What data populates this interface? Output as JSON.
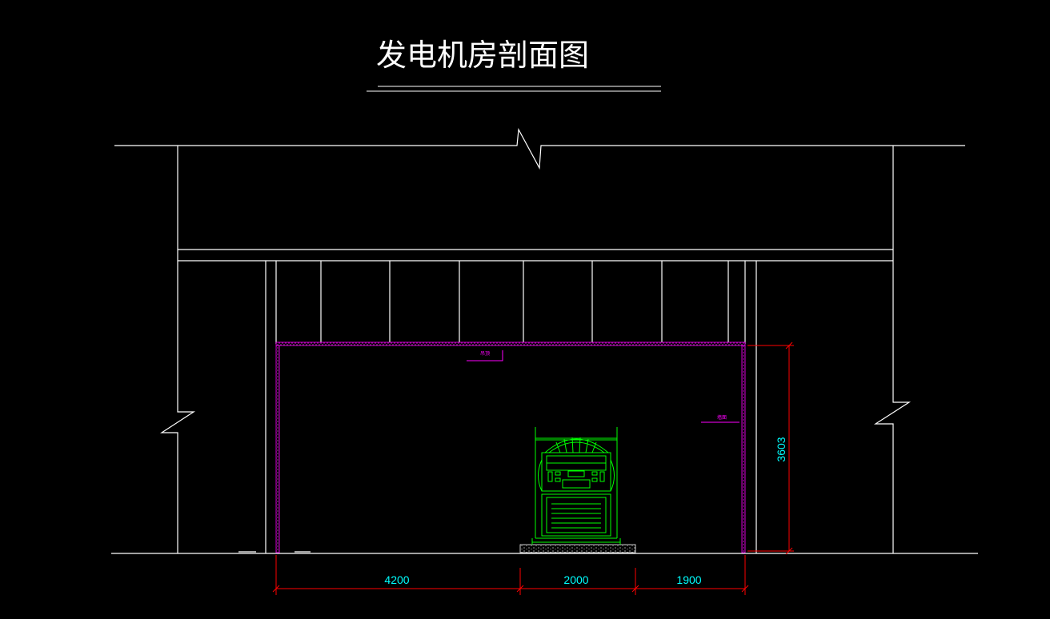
{
  "title": "发电机房剖面图",
  "dimensions": {
    "width_1": "4200",
    "width_2": "2000",
    "width_3": "1900",
    "height": "3603"
  },
  "tags": {
    "ceiling": "吊顶",
    "wall": "墙面"
  },
  "colors": {
    "background": "#000000",
    "structure": "#ffffff",
    "acoustic_lining": "#ff00ff",
    "equipment": "#00ff00",
    "dimension_line": "#ff0000",
    "dimension_text": "#00ffff"
  },
  "equipment": {
    "icon": "generator-set-icon"
  }
}
